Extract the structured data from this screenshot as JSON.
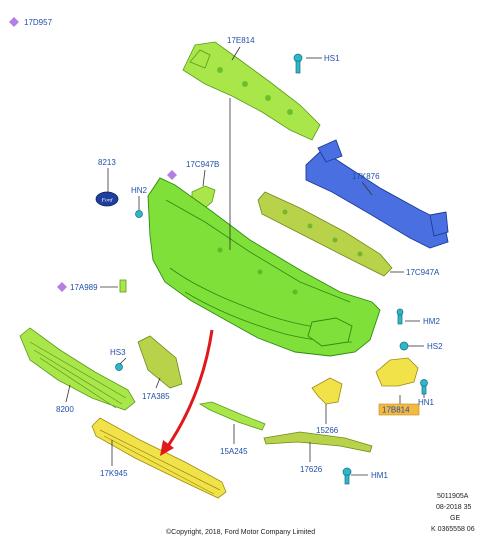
{
  "labels": {
    "p17D957": "17D957",
    "p17E814": "17E814",
    "HS1": "HS1",
    "p8213": "8213",
    "p17C947B": "17C947B",
    "HN2": "HN2",
    "p17K876": "17K876",
    "p17C947A": "17C947A",
    "p17A989": "17A989",
    "HM2": "HM2",
    "HS2": "HS2",
    "HS3": "HS3",
    "p17A385": "17A385",
    "p8200": "8200",
    "p17B814": "17B814",
    "HN1": "HN1",
    "p15266": "15266",
    "p15A245": "15A245",
    "p17K945": "17K945",
    "p17626": "17626",
    "HM1": "HM1"
  },
  "footer": {
    "code1": "5011905A",
    "code2": "08-2018 35",
    "code3": "GE",
    "code4": "K 0365558 06",
    "copyright": "©Copyright, 2018, Ford Motor Company Limited"
  },
  "colors": {
    "label_text": "#1f4fa8",
    "diamond": "#b57ee0",
    "highlight_box": "#f5b942",
    "arrow": "#e0181a",
    "bumper_green": "#7fe03a",
    "reinforcement_blue": "#4a6fe0",
    "grille_yellow": "#f2e24a"
  }
}
